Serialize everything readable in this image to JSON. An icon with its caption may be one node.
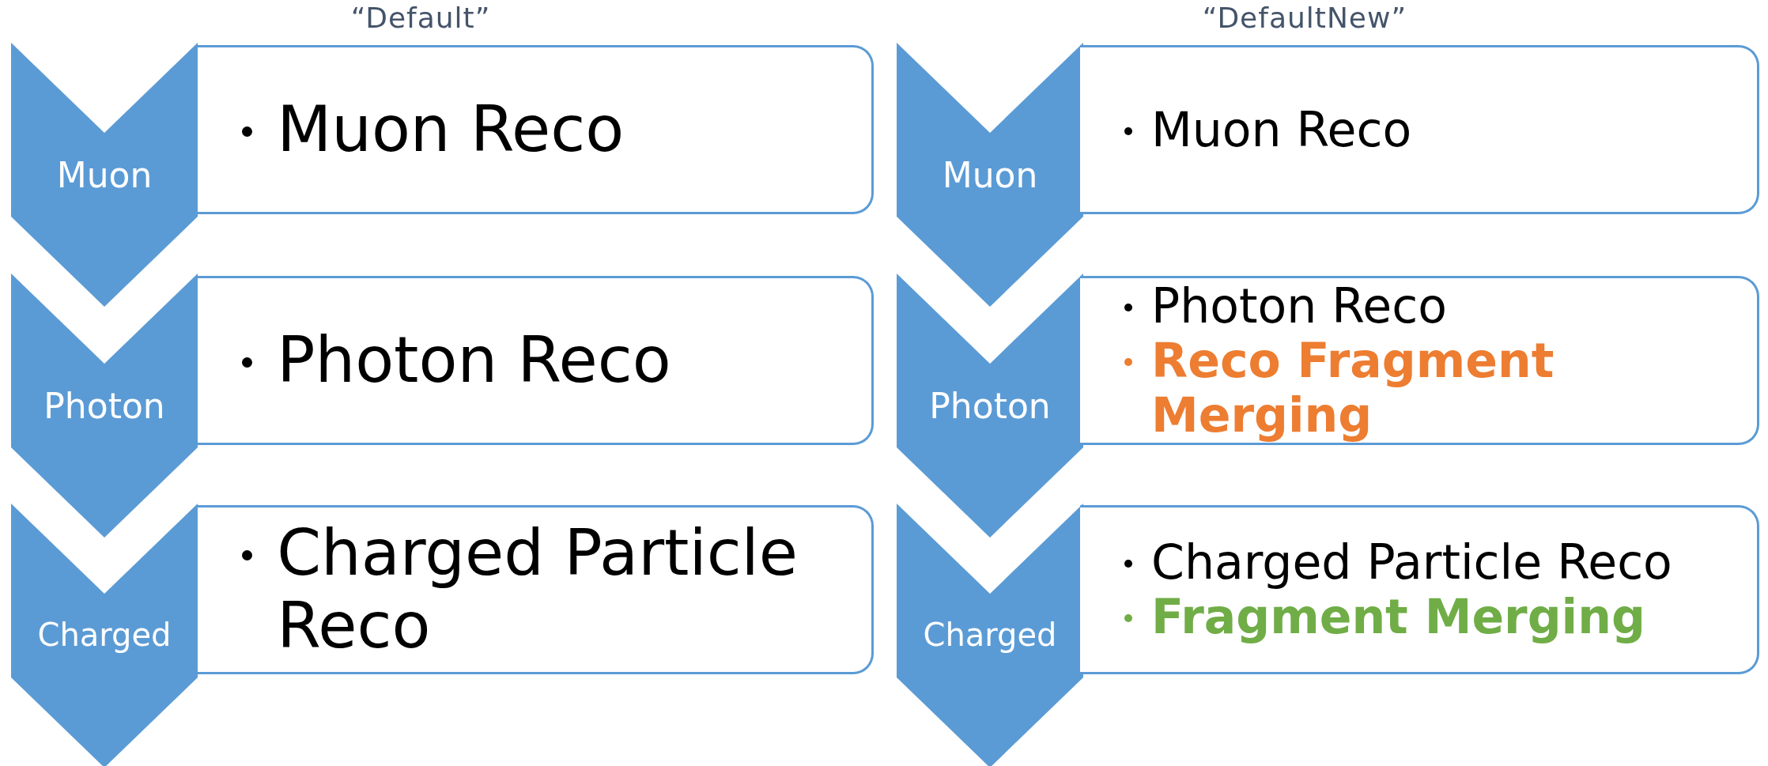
{
  "diagram": {
    "nodes": [
      {
        "text": [
          "Muon"
        ]
      },
      {
        "text": [
          "Muon Reco"
        ]
      },
      {
        "text": [
          "Photon"
        ]
      },
      {
        "text": [
          "Photon Reco"
        ]
      },
      {
        "text": [
          "Charged"
        ]
      },
      {
        "text": [
          "Charged Particle Reco"
        ]
      },
      {
        "text": [
          "Muon"
        ]
      },
      {
        "text": [
          "Muon Reco"
        ]
      },
      {
        "text": [
          "Photon"
        ]
      },
      {
        "text": [
          "Photon Reco",
          "Reco Fragment Merging"
        ]
      },
      {
        "text": [
          "Charged"
        ]
      },
      {
        "text": [
          "Charged Particle Reco",
          "Fragment Merging"
        ]
      }
    ],
    "labels": [
      "“Default”",
      "“DefaultNew”"
    ]
  }
}
